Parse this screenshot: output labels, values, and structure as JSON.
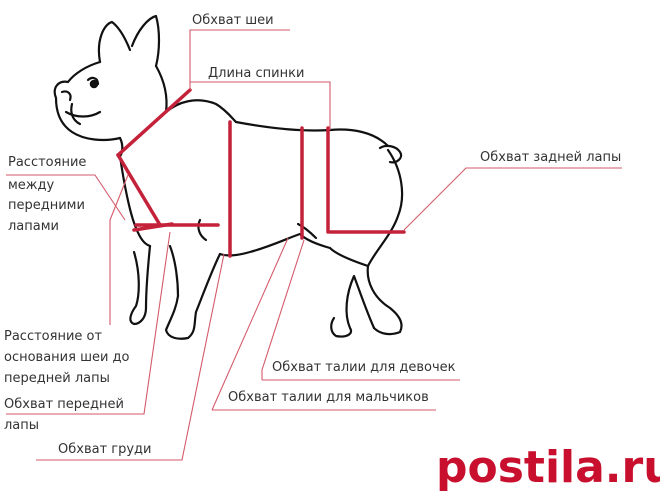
{
  "labels": {
    "neck": "Обхват шеи",
    "back_length": "Длина спинки",
    "hind_paw": "Обхват задней лапы",
    "front_legs_distance": [
      "Расстояние",
      "между",
      "передними",
      "лапами"
    ],
    "neck_to_paw": [
      "Расстояние от",
      "основания шеи до",
      "передней лапы"
    ],
    "front_paw": [
      "Обхват передней",
      "лапы"
    ],
    "chest": "Обхват груди",
    "waist_girls": "Обхват талии для девочек",
    "waist_boys": "Обхват талии для мальчиков"
  },
  "watermark": "postila.ru",
  "colors": {
    "measure_line": "#c4213a",
    "leader_line": "#d45a6a",
    "outline": "#111111",
    "watermark": "#c8102e"
  }
}
